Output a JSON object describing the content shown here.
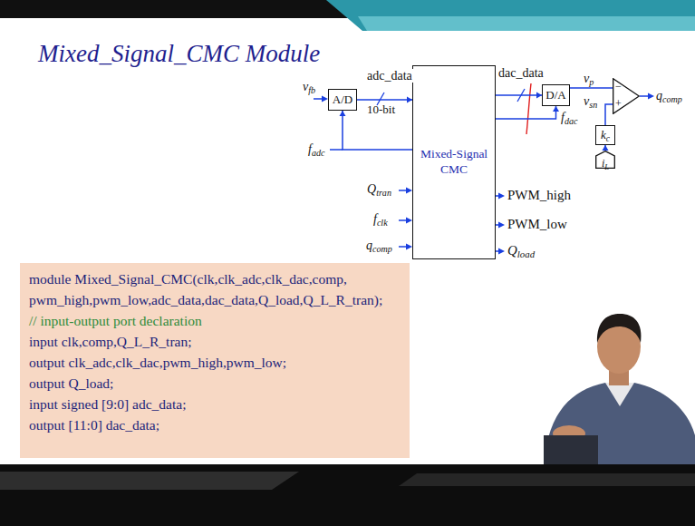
{
  "diagram": {
    "title": "Mixed_Signal_CMC Module",
    "nodes": [
      {
        "text": [
          "A/D"
        ]
      },
      {
        "text": [
          "Mixed-Signal CMC"
        ]
      },
      {
        "text": [
          "D/A"
        ]
      },
      {
        "text": [
          "−",
          "+"
        ]
      },
      {
        "text": [
          "kc"
        ]
      },
      {
        "text": [
          "iL"
        ]
      },
      {
        "text": [
          "module Mixed_Signal_CMC(clk,clk_adc,clk_dac,comp, pwm_high,pwm_low,adc_data,dac_data,Q_load,Q_L_R_tran);",
          "// input-output port declaration",
          "input clk,comp,Q_L_R_tran;",
          "output clk_adc,clk_dac,pwm_high,pwm_low;",
          "output Q_load;",
          "input signed [9:0] adc_data;",
          "output [11:0] dac_data;"
        ]
      }
    ],
    "edges": [
      {
        "from": 0,
        "to": 1,
        "label": "adc_data",
        "arrow": "to"
      },
      {
        "from": 1,
        "to": 0,
        "arrow": "to"
      },
      {
        "from": 1,
        "to": 2,
        "label": "dac_data",
        "arrow": "to"
      },
      {
        "from": 1,
        "to": 2,
        "arrow": "to"
      },
      {
        "from": 2,
        "to": 3,
        "label": "vp",
        "arrow": "none"
      },
      {
        "from": 4,
        "to": 3,
        "label": "vsn",
        "arrow": "none"
      },
      {
        "from": 5,
        "to": 4,
        "arrow": "to"
      }
    ],
    "labels": [
      "vfb",
      "10-bit",
      "fadc",
      "fdac",
      "qcomp",
      "Qtran",
      "fclk",
      "qcomp",
      "PWM_high",
      "PWM_low",
      "Qload"
    ]
  }
}
